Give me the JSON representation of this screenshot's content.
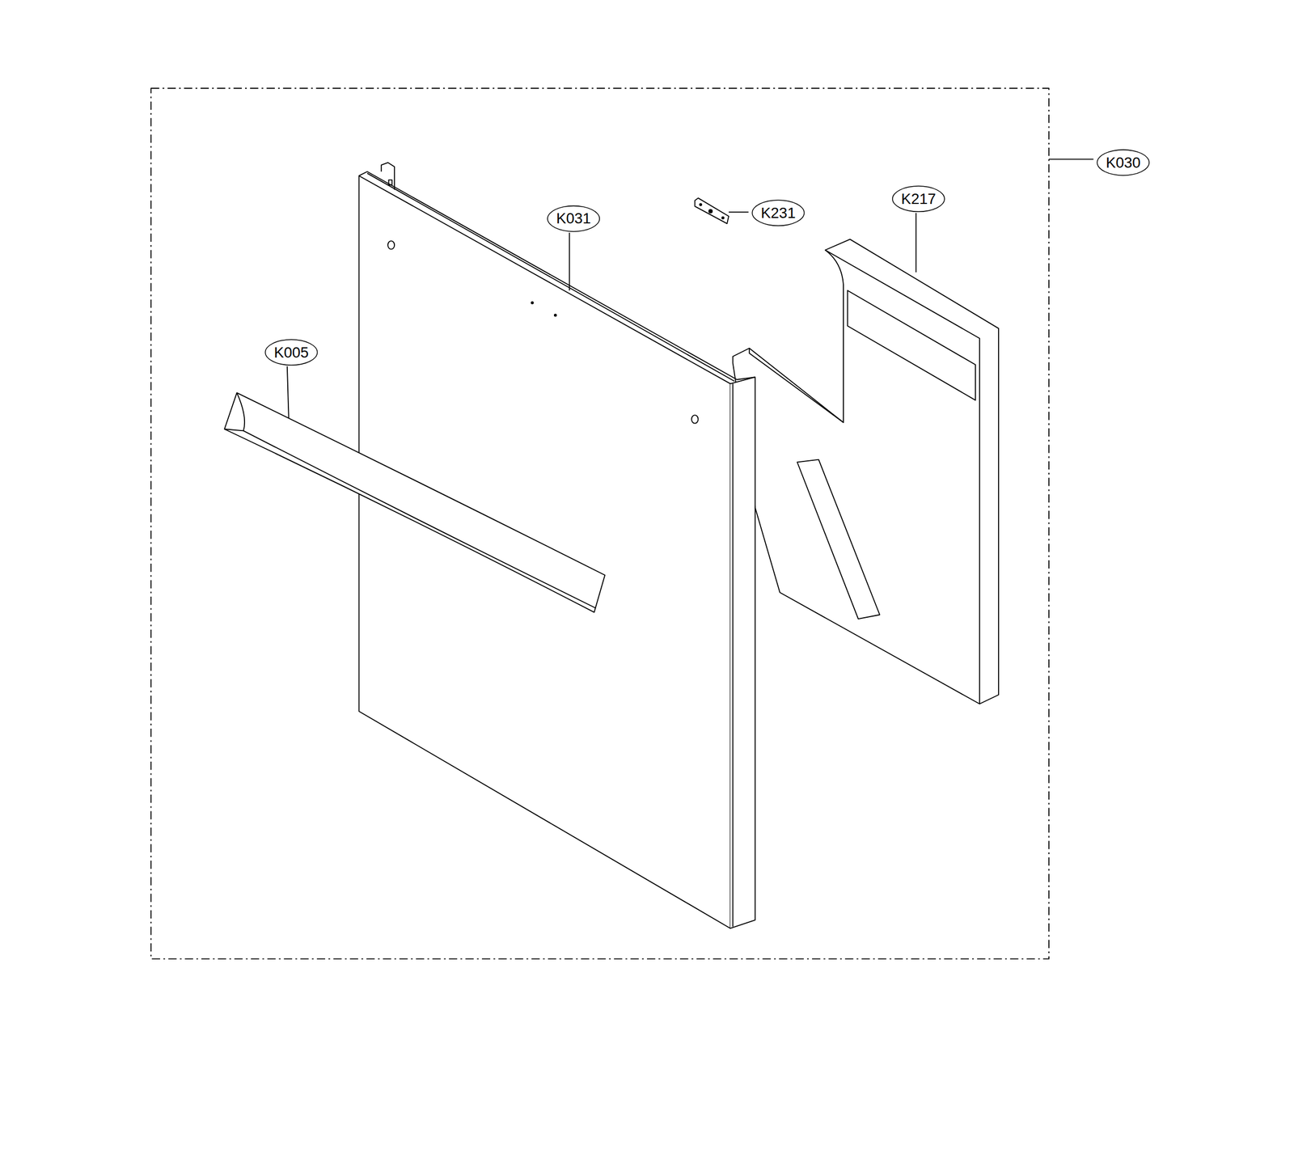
{
  "diagram": {
    "labels": [
      "K030",
      "K231",
      "K217",
      "K031",
      "K005"
    ]
  }
}
